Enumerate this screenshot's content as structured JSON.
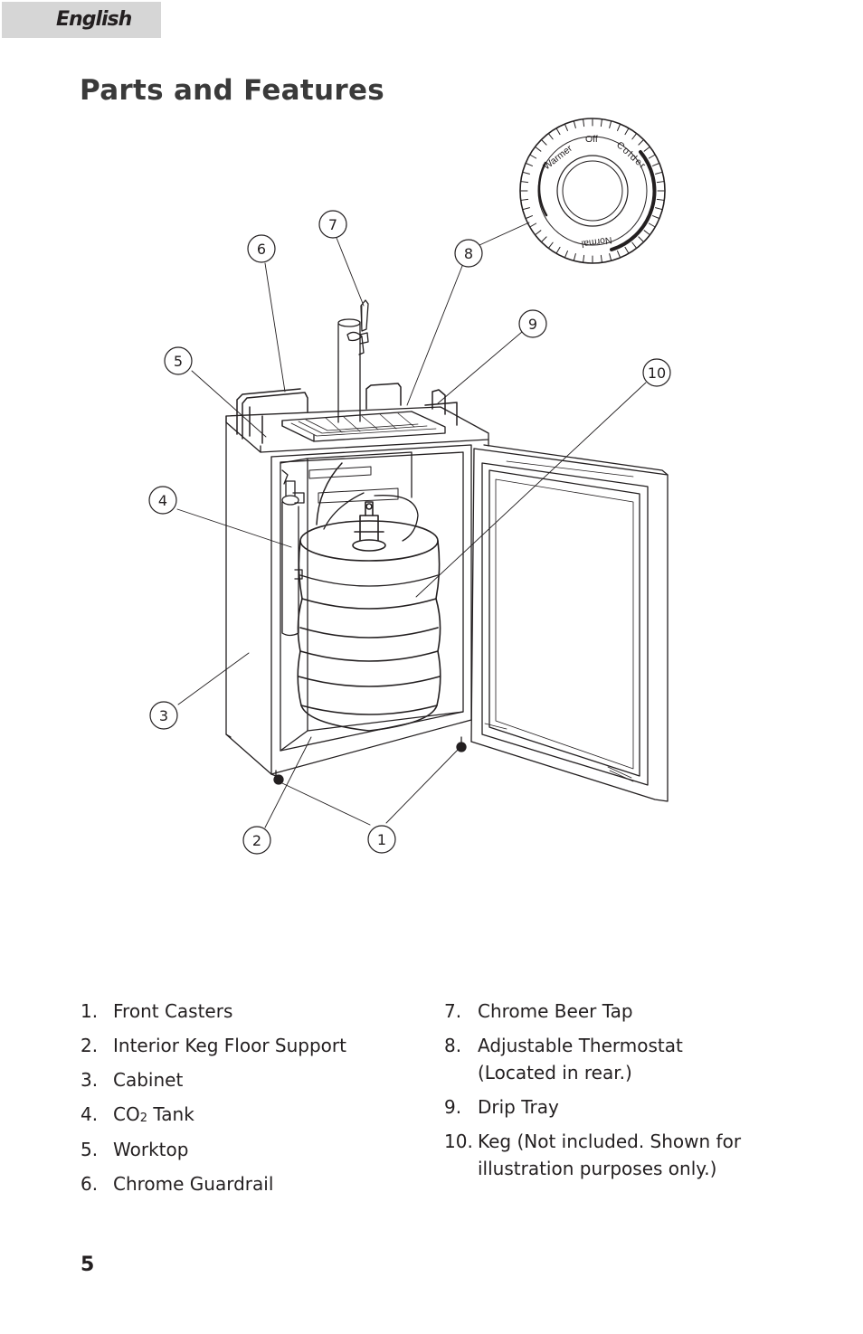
{
  "header": {
    "language_tab": "English"
  },
  "title": "Parts and Features",
  "thermostat_dial": {
    "labels": [
      "Warmer",
      "Off",
      "Colder",
      "Normal"
    ]
  },
  "callouts": [
    "1",
    "2",
    "3",
    "4",
    "5",
    "6",
    "7",
    "8",
    "9",
    "10"
  ],
  "parts_left": [
    {
      "num": "1.",
      "text": "Front Casters"
    },
    {
      "num": "2.",
      "text": "Interior Keg Floor Support"
    },
    {
      "num": "3.",
      "text": "Cabinet"
    },
    {
      "num": "4.",
      "text_before": "CO",
      "subscript": "2",
      "text_after": " Tank"
    },
    {
      "num": "5.",
      "text": "Worktop"
    },
    {
      "num": "6.",
      "text": "Chrome Guardrail"
    }
  ],
  "parts_right": [
    {
      "num": "7.",
      "text": "Chrome Beer Tap"
    },
    {
      "num": "8.",
      "text": "Adjustable Thermostat",
      "text2": "(Located in rear.)"
    },
    {
      "num": "9.",
      "text": "Drip Tray"
    },
    {
      "num": "10.",
      "text": "Keg (Not included. Shown for",
      "text2": "illustration purposes only.)"
    }
  ],
  "page_number": "5"
}
